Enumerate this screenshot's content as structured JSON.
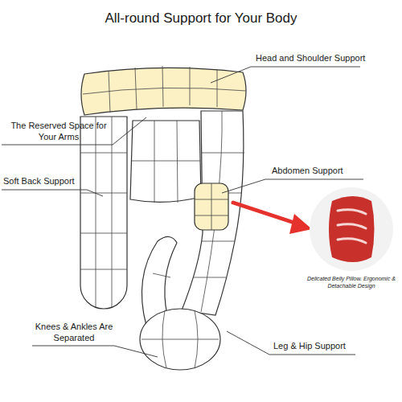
{
  "diagram": {
    "title": "All-round Support for Your Body",
    "labels": [
      "Head and Shoulder Support",
      "The Reserved Space for Your Arms",
      "Abdomen Support",
      "Soft Back Support",
      "Delicated Belly Pillow. Ergonomic & Detachable Design",
      "Knees & Ankles Are Separated",
      "Leg & Hip Support"
    ]
  }
}
